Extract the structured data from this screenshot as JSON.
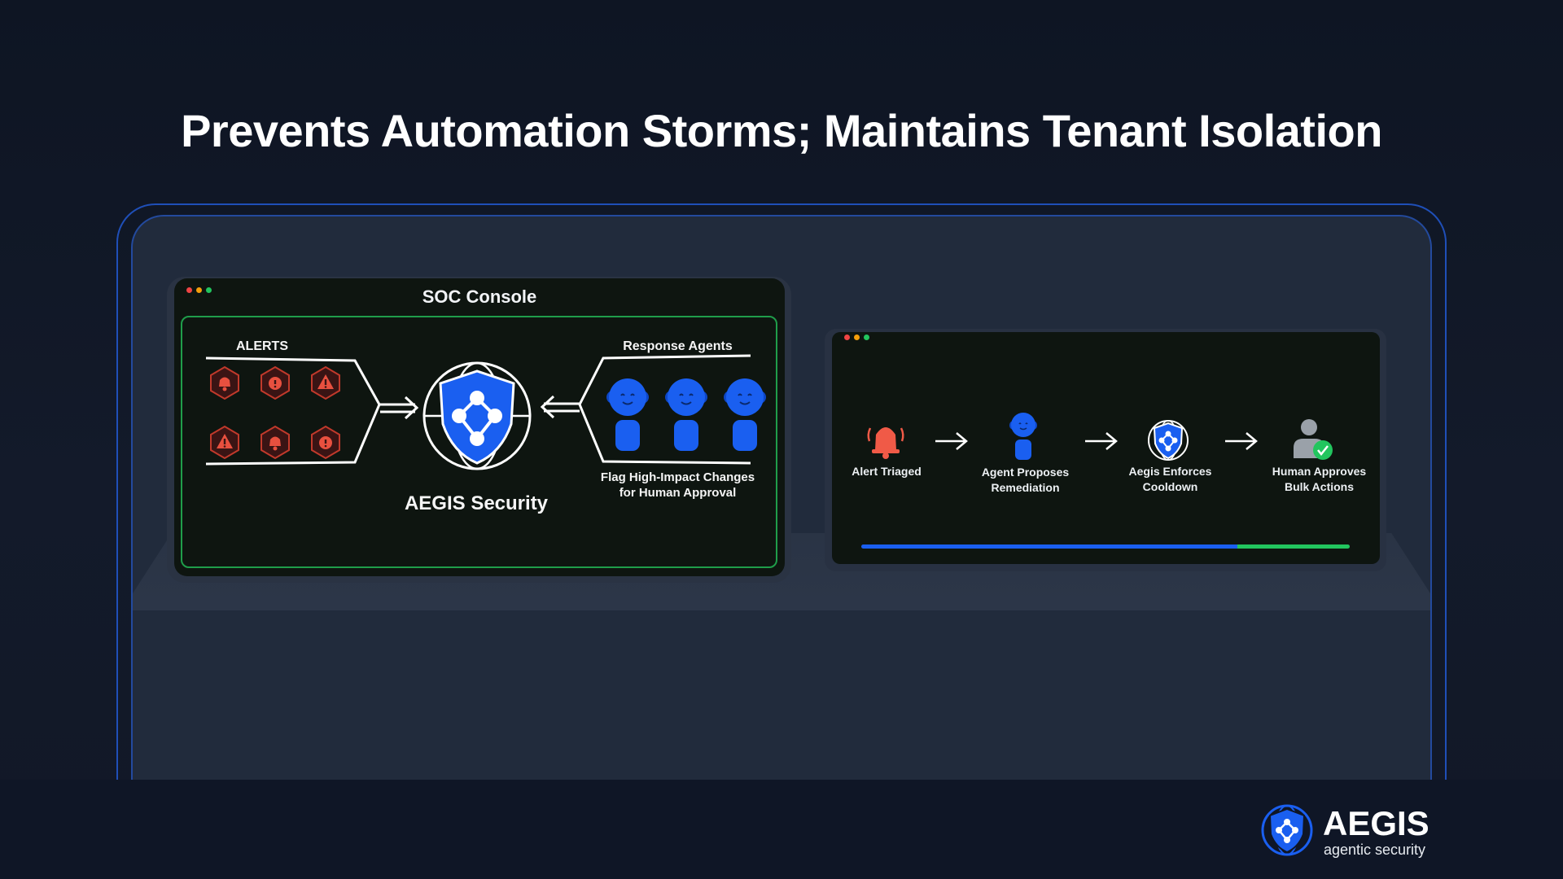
{
  "headline": "Prevents Automation Storms; Maintains Tenant Isolation",
  "soc_console": {
    "title": "SOC Console",
    "alerts_label": "ALERTS",
    "agents_label": "Response Agents",
    "center_label": "AEGIS Security",
    "flag_label_line1": "Flag High-Impact Changes",
    "flag_label_line2": "for Human Approval",
    "alert_icons": [
      "bell-icon",
      "exclamation-icon",
      "warning-icon",
      "warning-icon",
      "bell-icon",
      "exclamation-icon"
    ]
  },
  "workflow": {
    "steps": [
      {
        "icon": "alarm-bell-icon",
        "line1": "Alert Triaged",
        "line2": ""
      },
      {
        "icon": "agent-icon",
        "line1": "Agent Proposes",
        "line2": "Remediation"
      },
      {
        "icon": "aegis-shield-icon",
        "line1": "Aegis Enforces",
        "line2": "Cooldown"
      },
      {
        "icon": "human-approval-icon",
        "line1": "Human Approves",
        "line2": "Bulk Actions"
      }
    ],
    "progress_fraction": 0.77
  },
  "brand": {
    "name": "AEGIS",
    "tagline": "agentic security"
  },
  "colors": {
    "accent_blue": "#1a5ff0",
    "alert_red": "#e8503f",
    "success_green": "#22c55e",
    "panel_border_green": "#1f9d4a",
    "frame_blue": "#1f4fb8"
  }
}
